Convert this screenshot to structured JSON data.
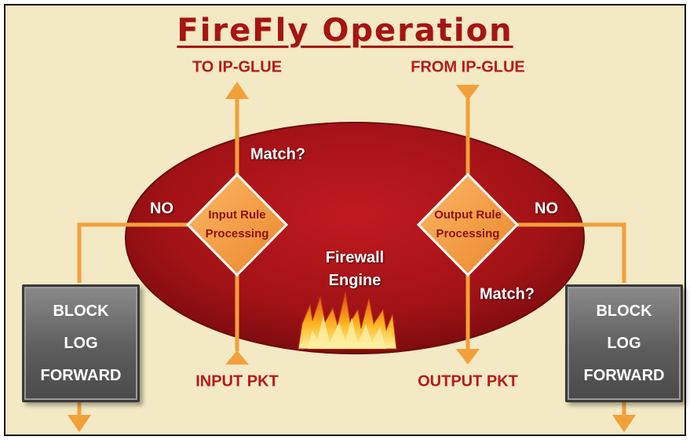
{
  "title": "FireFly Operation",
  "labels": {
    "to_ip_glue": "TO IP-GLUE",
    "from_ip_glue": "FROM IP-GLUE",
    "input_pkt": "INPUT PKT",
    "output_pkt": "OUTPUT PKT",
    "match_top": "Match?",
    "match_bottom": "Match?",
    "no_left": "NO",
    "no_right": "NO"
  },
  "input_diamond": {
    "line1": "Input Rule",
    "line2": "Processing"
  },
  "output_diamond": {
    "line1": "Output Rule",
    "line2": "Processing"
  },
  "engine": {
    "line1": "Firewall",
    "line2": "Engine"
  },
  "left_box": {
    "line1": "BLOCK",
    "line2": "LOG",
    "line3": "FORWARD"
  },
  "right_box": {
    "line1": "BLOCK",
    "line2": "LOG",
    "line3": "FORWARD"
  },
  "colors": {
    "background": "#f3e9c4",
    "ellipse": "#a31318",
    "flow": "#f2a03a",
    "diamond": "#f39a3e",
    "title": "#a51414"
  }
}
